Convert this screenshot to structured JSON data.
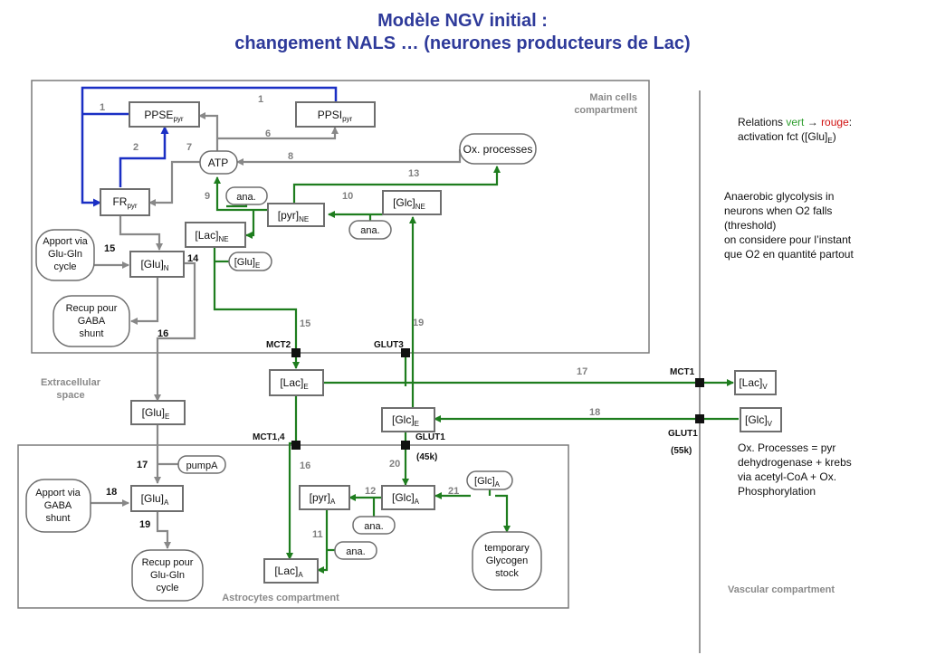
{
  "title": {
    "line1": "Modèle NGV initial :",
    "line2": "changement NALS … (neurones producteurs de Lac)"
  },
  "compartments": {
    "main": [
      "Main cells",
      "compartment"
    ],
    "extracellular": [
      "Extracellular",
      "space"
    ],
    "astrocytes": "Astrocytes compartment",
    "vascular": "Vascular compartment"
  },
  "nodes": {
    "ppse": {
      "base": "PPSE",
      "sub": "pyr"
    },
    "ppsi": {
      "base": "PPSI",
      "sub": "pyr"
    },
    "fr": {
      "base": "FR",
      "sub": "pyr"
    },
    "atp": "ATP",
    "ox": "Ox. processes",
    "ana1": "ana.",
    "pyr_ne": {
      "base": "[pyr]",
      "sub": "NE"
    },
    "glc_ne": {
      "base": "[Glc]",
      "sub": "NE"
    },
    "ana2": "ana.",
    "lac_ne": {
      "base": "[Lac]",
      "sub": "NE"
    },
    "glu_e_pill": {
      "base": "[Glu]",
      "sub": "E"
    },
    "apport_glu": [
      "Apport via",
      "Glu-Gln",
      "cycle"
    ],
    "glu_n": {
      "base": "[Glu]",
      "sub": "N"
    },
    "recup_gaba": [
      "Recup pour",
      "GABA",
      "shunt"
    ],
    "lac_e": {
      "base": "[Lac]",
      "sub": "E"
    },
    "glu_e": {
      "base": "[Glu]",
      "sub": "E"
    },
    "glc_e": {
      "base": "[Glc]",
      "sub": "E"
    },
    "lac_v": {
      "base": "[Lac]",
      "sub": "V"
    },
    "glc_v": {
      "base": "[Glc]",
      "sub": "V"
    },
    "pumpA": "pumpA",
    "apport_gaba": [
      "Apport via",
      "GABA",
      "shunt"
    ],
    "glu_a": {
      "base": "[Glu]",
      "sub": "A"
    },
    "recup_glugln": [
      "Recup pour",
      "Glu-Gln",
      "cycle"
    ],
    "pyr_a": {
      "base": "[pyr]",
      "sub": "A"
    },
    "glc_a": {
      "base": "[Glc]",
      "sub": "A"
    },
    "glc_a_pill": {
      "base": "[Glc]",
      "sub": "A"
    },
    "ana3": "ana.",
    "ana4": "ana.",
    "glycogen": [
      "temporary",
      "Glycogen",
      "stock"
    ],
    "lac_a": {
      "base": "[Lac]",
      "sub": "A"
    }
  },
  "numbers": {
    "n1a": "1",
    "n1b": "1",
    "n2": "2",
    "n6": "6",
    "n7": "7",
    "n8": "8",
    "n9": "9",
    "n10": "10",
    "n13": "13",
    "n14": "14",
    "n15a": "15",
    "n15b": "15",
    "n16a": "16",
    "n19a": "19",
    "n17a": "17",
    "n18a": "18",
    "n17b": "17",
    "n18b": "18",
    "n19b": "19",
    "n16b": "16",
    "n20": "20",
    "n12": "12",
    "n21": "21",
    "n11": "11"
  },
  "transporters": {
    "mct2": "MCT2",
    "glut3": "GLUT3",
    "mct14": "MCT1,4",
    "glut1a": "GLUT1",
    "k45": "(45k)",
    "mct1": "MCT1",
    "glut1b": "GLUT1",
    "k55": "(55k)"
  },
  "notes": {
    "relations": {
      "prefix": "Relations ",
      "vert": "vert",
      "arrow": " → ",
      "rouge": "rouge",
      "suffix": ":",
      "line2_prefix": "activation fct ([Glu]",
      "line2_sub": "E",
      "line2_suffix": ")",
      "colors": {
        "vert": "#2e9e2e",
        "rouge": "#d01010"
      }
    },
    "anaerobic": [
      "Anaerobic glycolysis in",
      "neurons when O2 falls",
      "(threshold)",
      "on considere pour l’instant",
      "que O2 en quantité partout"
    ],
    "oxproc": [
      "Ox. Processes = pyr",
      "dehydrogenase + krebs",
      "via acetyl-CoA + Ox.",
      "Phosphorylation"
    ]
  },
  "colors": {
    "title": "#2e3a9a",
    "green": "#1e7d1e",
    "grey": "#888888",
    "blue": "#1a2fc4",
    "box_border": "#6e6e6e"
  }
}
